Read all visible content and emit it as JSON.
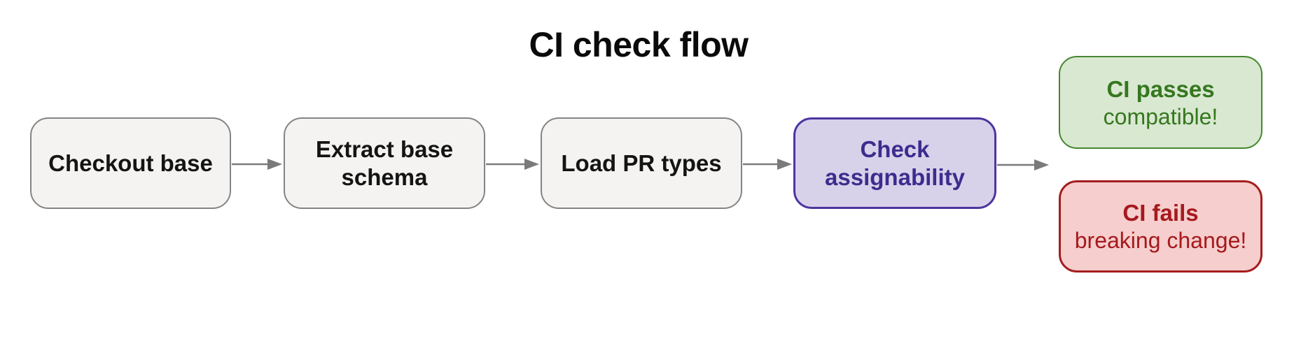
{
  "title": "CI check flow",
  "colors": {
    "title-text": "#0a0a0a",
    "step-bg": "#f4f3f1",
    "step-border": "#848484",
    "step-text": "#141414",
    "active-bg": "#d8d1ea",
    "active-border": "#4c35a0",
    "active-text": "#3d2c8e",
    "success-bg": "#d9e8d1",
    "success-border": "#46872e",
    "success-text": "#35771f",
    "failure-bg": "#f5cecd",
    "failure-border": "#a41e1e",
    "failure-text": "#a6191d",
    "arrow": "#7a7a7a"
  },
  "flow": {
    "steps": [
      {
        "label": "Checkout base"
      },
      {
        "label": "Extract base schema"
      },
      {
        "label": "Load PR types"
      },
      {
        "label": "Check assignability"
      }
    ],
    "outcomes": {
      "pass": {
        "title": "CI passes",
        "subtitle": "compatible!"
      },
      "fail": {
        "title": "CI fails",
        "subtitle": "breaking change!"
      }
    }
  }
}
